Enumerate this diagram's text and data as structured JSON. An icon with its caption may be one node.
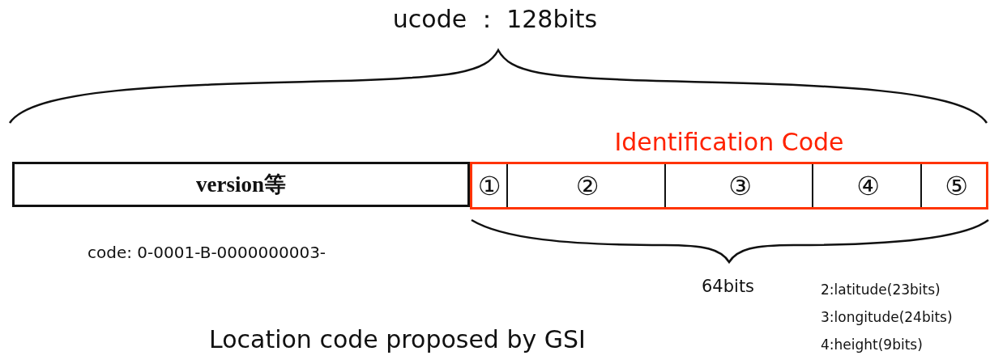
{
  "diagram": {
    "title": "ucode ： 128bits",
    "caption": "Location code proposed by GSI",
    "nodes": [
      {
        "text": [
          "version等"
        ]
      },
      {
        "text": [
          "Identification Code"
        ]
      },
      {
        "text": [
          "①"
        ],
        "in": 1
      },
      {
        "text": [
          "②"
        ],
        "in": 1
      },
      {
        "text": [
          "③"
        ],
        "in": 1
      },
      {
        "text": [
          "④"
        ],
        "in": 1
      },
      {
        "text": [
          "⑤"
        ],
        "in": 1
      }
    ],
    "edges": [],
    "labels": [
      "code: 0-0001-B-0000000003-",
      "64bits",
      "2:latitude(23bits)",
      "3:longitude(24bits)",
      "4:height(9bits)"
    ]
  }
}
